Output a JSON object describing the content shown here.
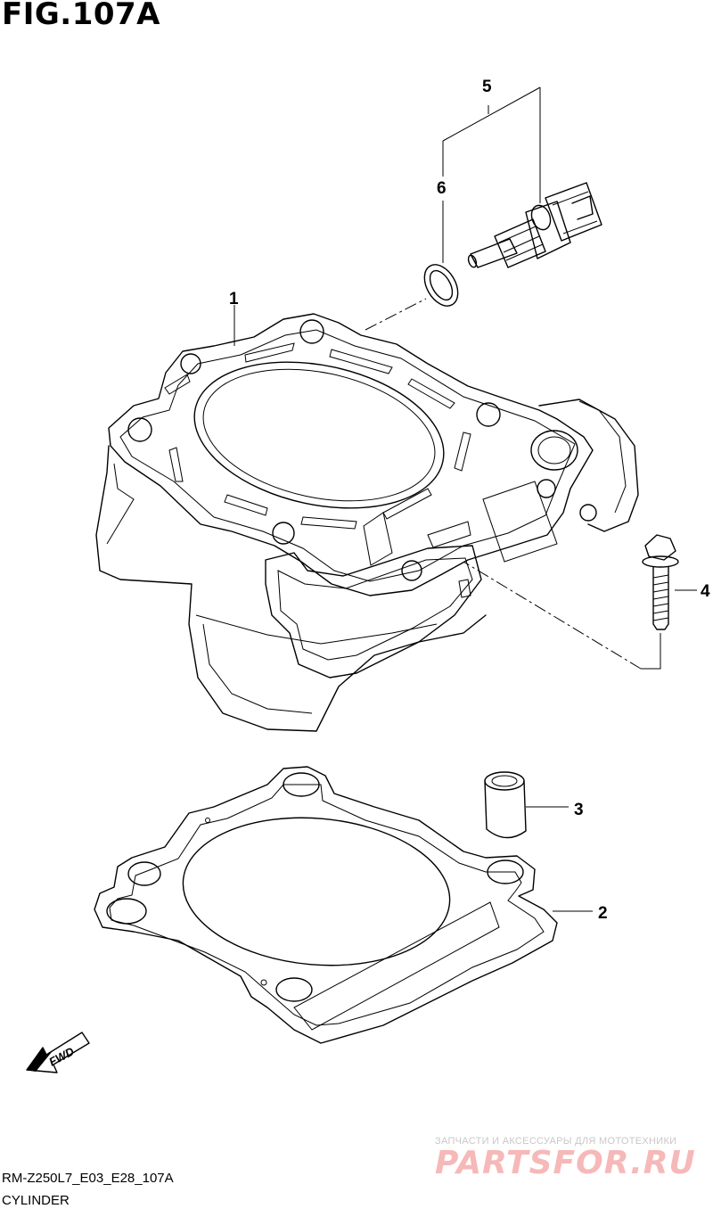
{
  "figure": {
    "title": "FIG.107A",
    "code": "RM-Z250L7_E03_E28_107A",
    "section": "CYLINDER"
  },
  "callouts": [
    "1",
    "2",
    "3",
    "4",
    "5",
    "6"
  ],
  "fwd_label": "FWD",
  "watermark": {
    "tagline": "ЗАПЧАСТИ И АКСЕССУАРЫ ДЛЯ МОТОТЕХНИКИ",
    "logo": "PARTSFOR.RU"
  }
}
